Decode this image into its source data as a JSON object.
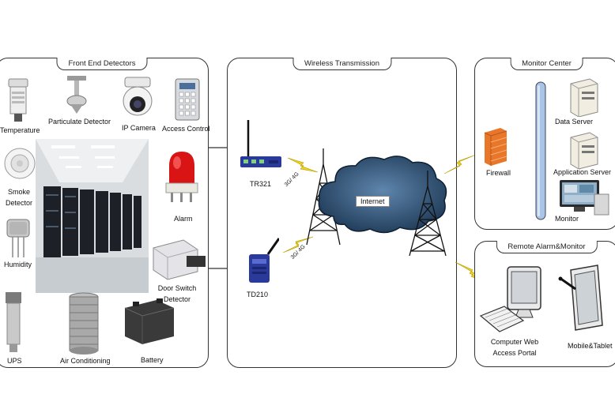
{
  "panels": {
    "front_end": {
      "title": "Front End Detectors"
    },
    "wireless": {
      "title": "Wireless Transmission"
    },
    "monitor": {
      "title": "Monitor Center"
    },
    "remote": {
      "title": "Remote Alarm&Monitor"
    }
  },
  "front_end_devices": {
    "temperature": "Temperature",
    "particulate": "Particulate Detector",
    "ip_camera": "IP Camera",
    "access_control": "Access Control",
    "smoke_line1": "Smoke",
    "smoke_line2": "Detector",
    "alarm": "Alarm",
    "humidity": "Humidity",
    "door_line1": "Door Switch",
    "door_line2": "Detector",
    "ups": "UPS",
    "air_conditioning": "Air Conditioning",
    "battery": "Battery"
  },
  "wireless_devices": {
    "tr321": "TR321",
    "td210": "TD210",
    "signal_top": "3G/ 4G",
    "signal_bottom": "3G/ 4G",
    "internet": "Internet"
  },
  "monitor_center": {
    "data_server": "Data Server",
    "application_server": "Application Server",
    "firewall": "Firewall",
    "monitor": "Monitor"
  },
  "remote": {
    "computer_line1": "Computer Web",
    "computer_line2": "Access Portal",
    "mobile": "Mobile&Tablet"
  },
  "colors": {
    "cloud": "#1f3a57",
    "lightning": "#f2d21a",
    "firewall": "#e8772a",
    "bus": "#a8c4e6",
    "router": "#2a3a9a"
  }
}
